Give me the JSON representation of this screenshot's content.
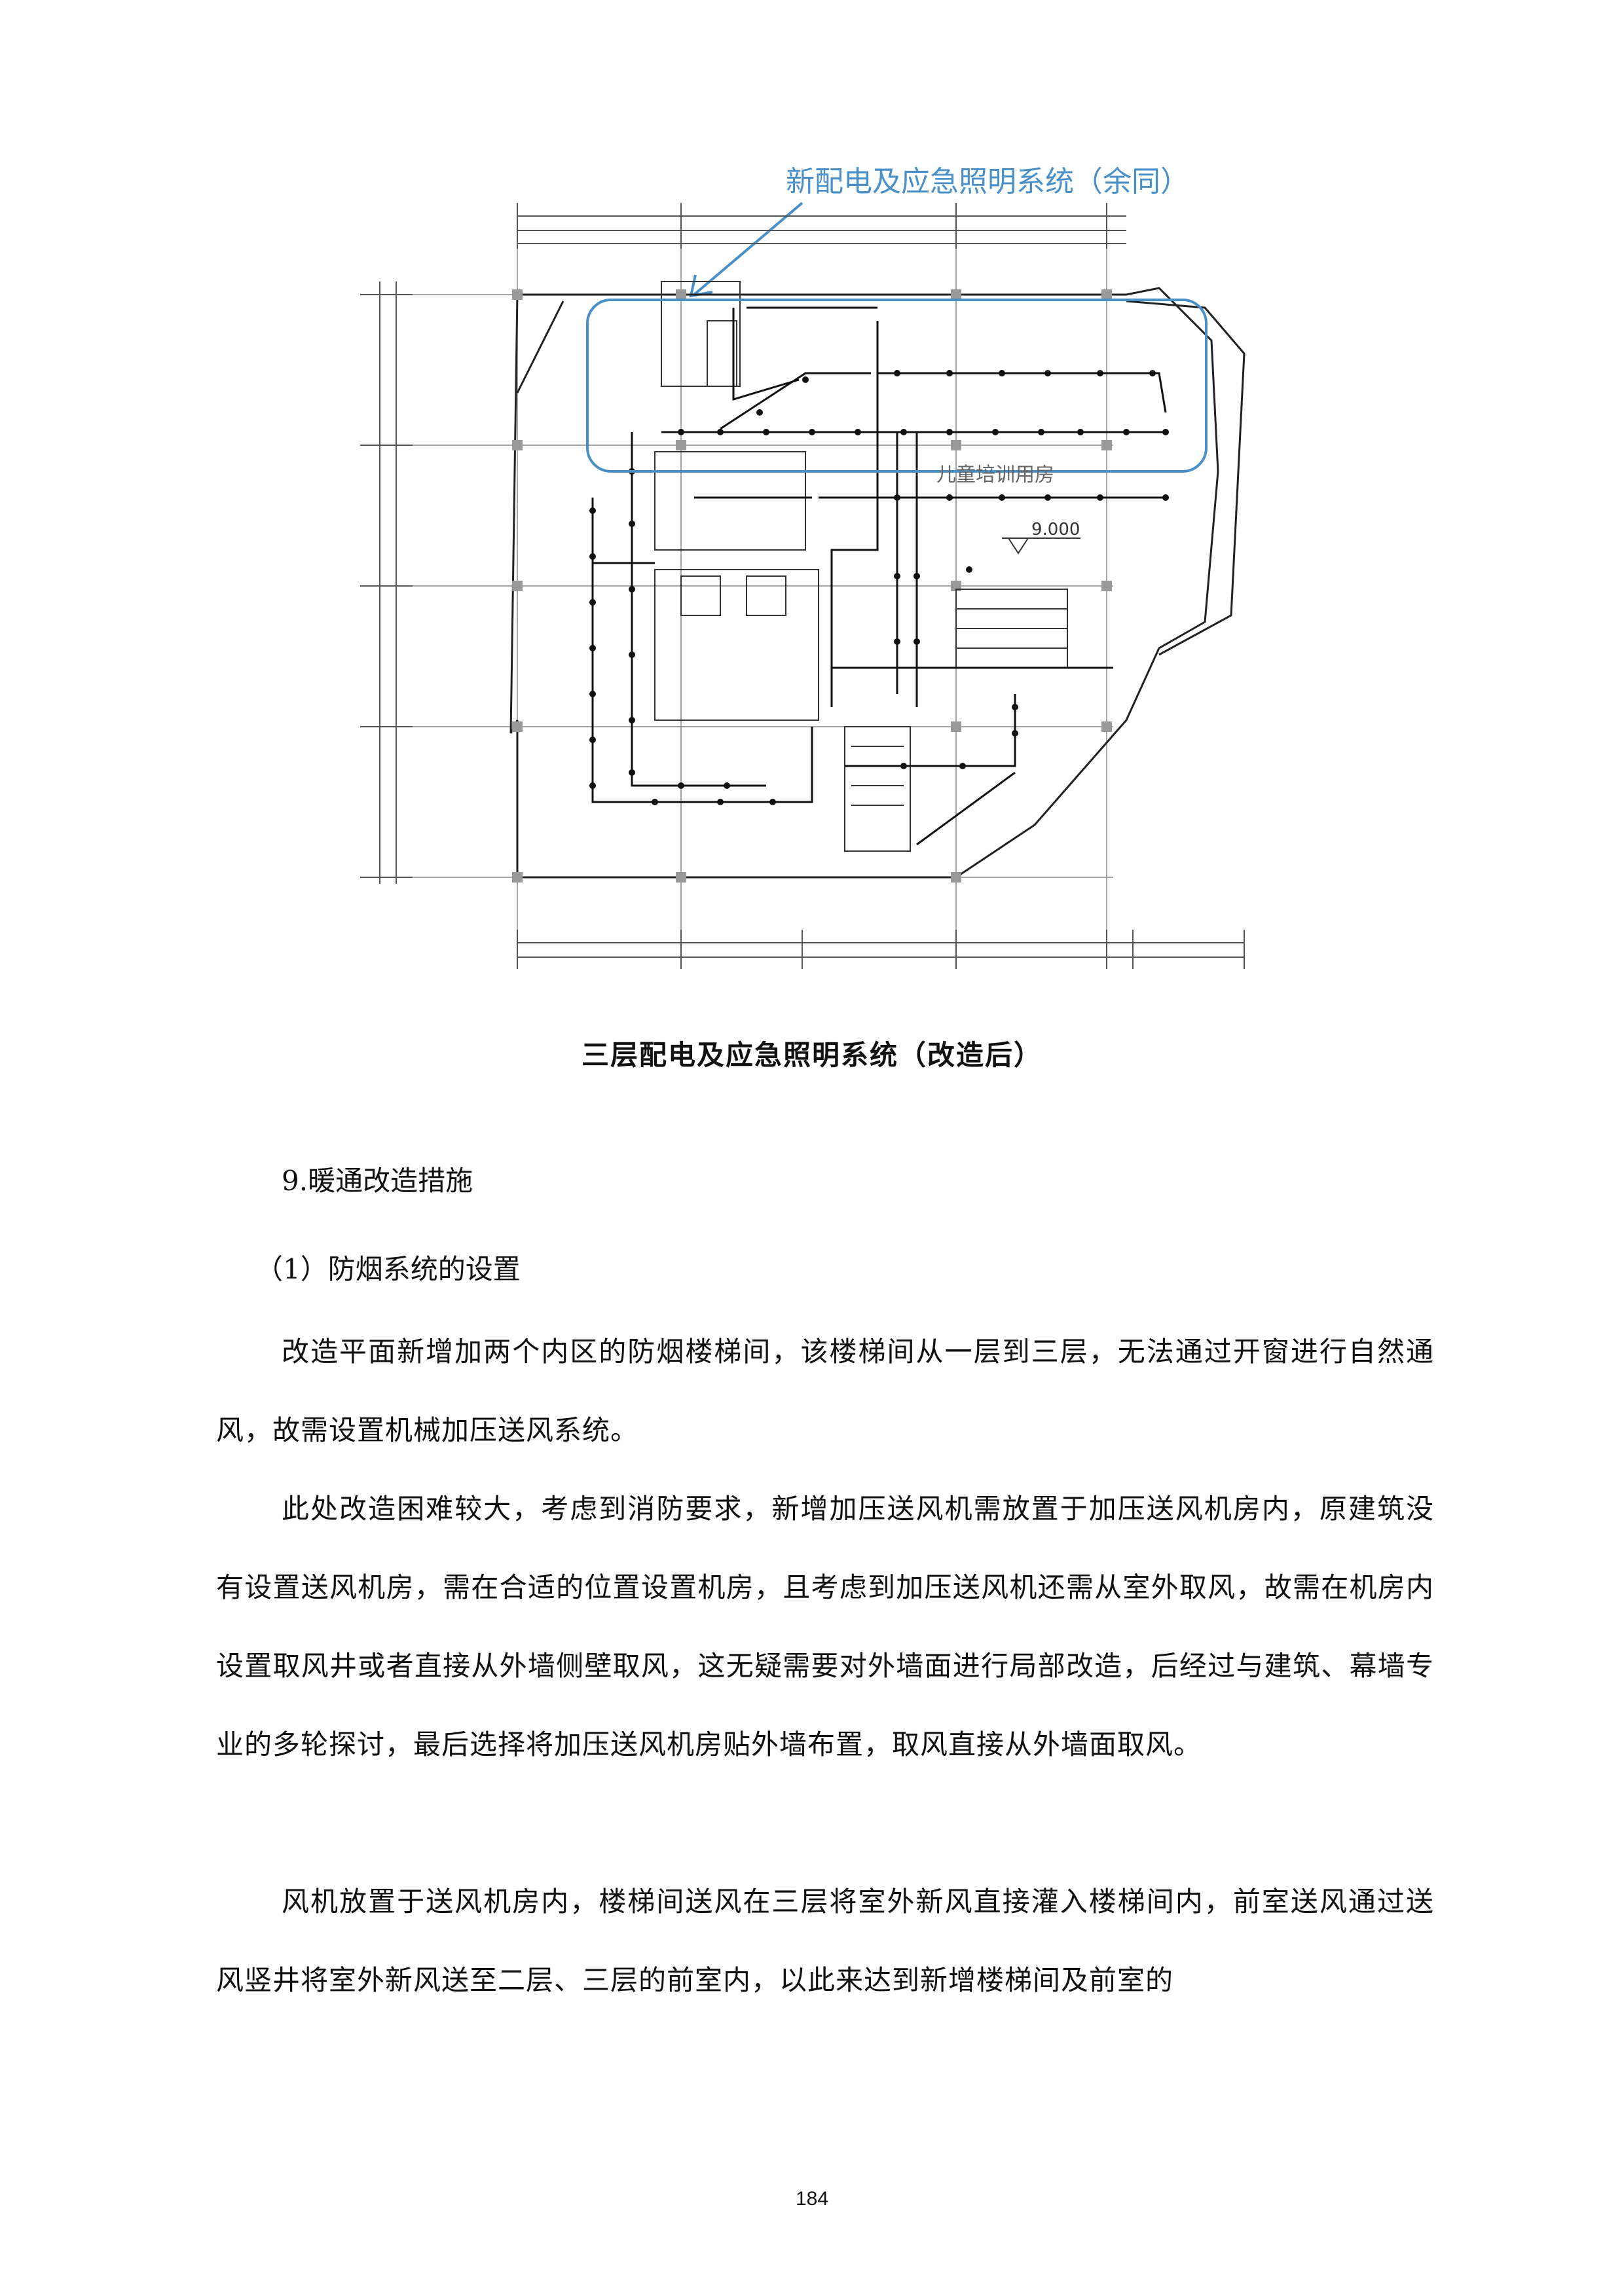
{
  "figure": {
    "annotation_label": "新配电及应急照明系统（余同）",
    "room_label": "儿童培训用房",
    "elevation_label": "9.000",
    "colors": {
      "annotation": "#4a90c8",
      "lines": "#222222",
      "grid": "#555555"
    }
  },
  "caption": "三层配电及应急照明系统（改造后）",
  "section_heading": "9.暖通改造措施",
  "subsection_heading": "（1）防烟系统的设置",
  "paragraphs": [
    "改造平面新增加两个内区的防烟楼梯间，该楼梯间从一层到三层，无法通过开窗进行自然通风，故需设置机械加压送风系统。",
    "此处改造困难较大，考虑到消防要求，新增加压送风机需放置于加压送风机房内，原建筑没有设置送风机房，需在合适的位置设置机房，且考虑到加压送风机还需从室外取风，故需在机房内设置取风井或者直接从外墙侧壁取风，这无疑需要对外墙面进行局部改造，后经过与建筑、幕墙专业的多轮探讨，最后选择将加压送风机房贴外墙布置，取风直接从外墙面取风。",
    "风机放置于送风机房内，楼梯间送风在三层将室外新风直接灌入楼梯间内，前室送风通过送风竖井将室外新风送至二层、三层的前室内，以此来达到新增楼梯间及前室的"
  ],
  "page_number": "184"
}
